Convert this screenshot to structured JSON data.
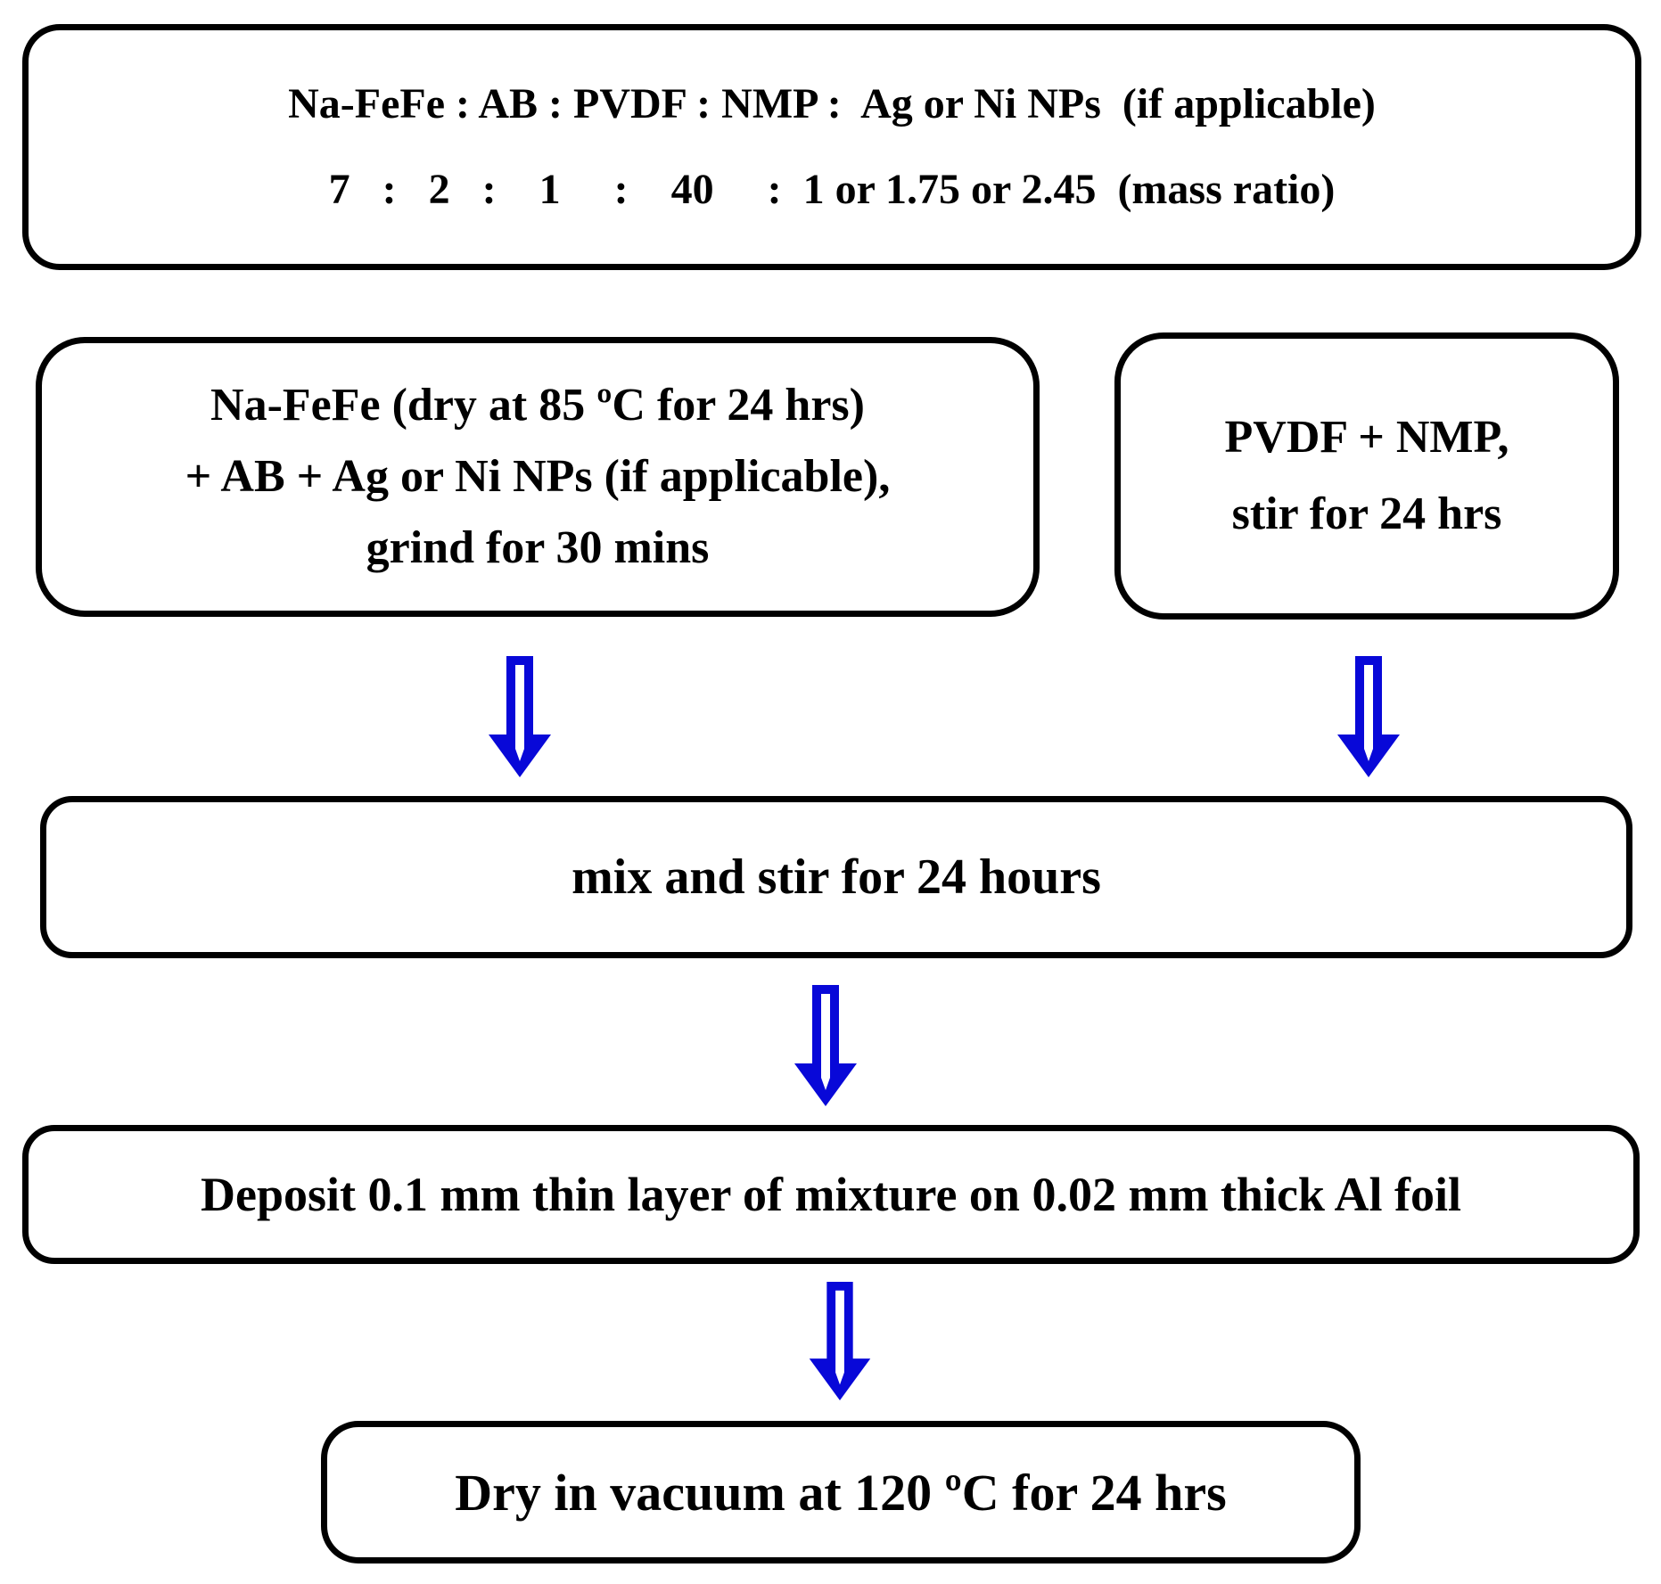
{
  "ratio_box": {
    "line1": "Na-FeFe : AB : PVDF : NMP :  Ag or Ni NPs  (if applicable)",
    "line2": "7   :   2   :    1     :    40     :  1 or 1.75 or 2.45  (mass ratio)"
  },
  "grind_box": {
    "line1": "Na-FeFe (dry at 85 ºC for 24 hrs)",
    "line2": "+ AB + Ag or Ni NPs (if applicable),",
    "line3": "grind for 30 mins"
  },
  "pvdf_box": {
    "line1": "PVDF + NMP,",
    "line2": "stir for 24 hrs"
  },
  "mix_box": {
    "label": "mix and stir for 24 hours"
  },
  "deposit_box": {
    "label": "Deposit 0.1 mm thin layer of mixture on 0.02 mm thick Al foil"
  },
  "dry_box": {
    "label": "Dry in vacuum at 120 ºC for 24 hrs"
  },
  "icons": {
    "down_arrow": "hollow-blue-block-arrow"
  },
  "colors": {
    "arrow_blue": "#0808d8",
    "box_border": "#000000",
    "box_fill": "#ffffff",
    "text": "#000000"
  }
}
